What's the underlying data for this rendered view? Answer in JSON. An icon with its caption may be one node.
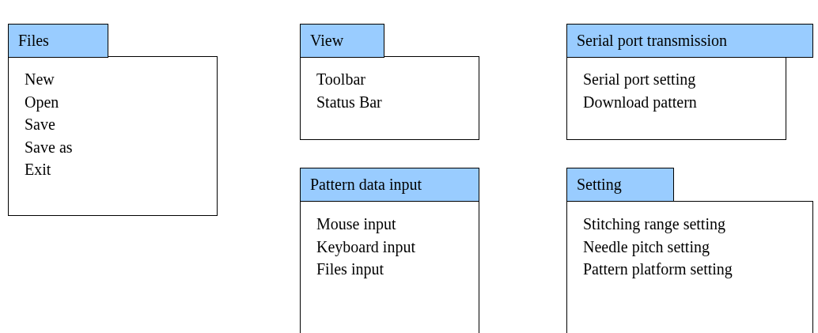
{
  "diagram": {
    "nodes": [
      {
        "text": [
          "Files"
        ]
      },
      {
        "text": [
          "New",
          "Open",
          "Save",
          "Save as",
          "Exit"
        ]
      },
      {
        "text": [
          "View"
        ]
      },
      {
        "text": [
          "Toolbar",
          "Status Bar"
        ]
      },
      {
        "text": [
          "Serial port transmission"
        ]
      },
      {
        "text": [
          "Serial port setting",
          "Download pattern"
        ]
      },
      {
        "text": [
          "Pattern data input"
        ]
      },
      {
        "text": [
          "Mouse input",
          "Keyboard input",
          "Files input"
        ]
      },
      {
        "text": [
          "Setting"
        ]
      },
      {
        "text": [
          "Stitching range setting",
          "Needle pitch setting",
          "Pattern platform setting"
        ]
      }
    ]
  }
}
